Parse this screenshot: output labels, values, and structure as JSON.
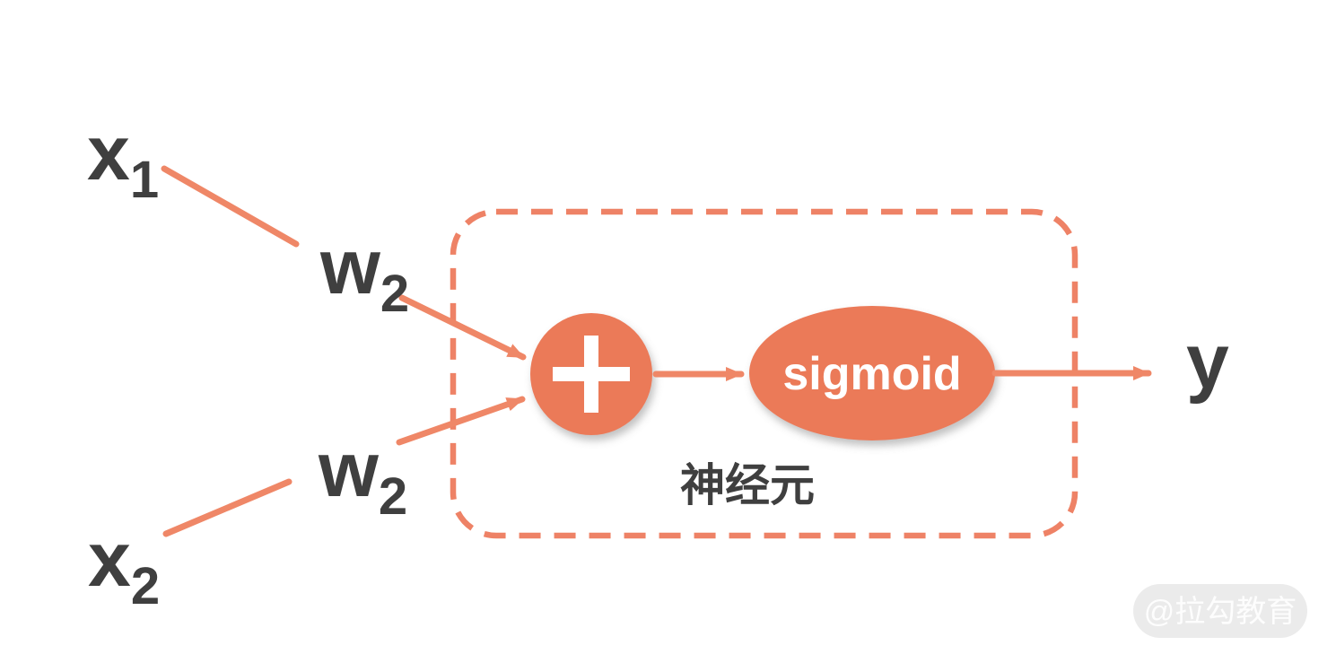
{
  "colors": {
    "accent": "#EB7A59",
    "line": "#EF8767",
    "dash": "#EE8266",
    "text_dark": "#3F3F3F",
    "node_text": "#FFFFFF",
    "watermark_bg": "#E9E9E9",
    "watermark_text": "#FDFDFD",
    "page_bg": "#FFFFFF"
  },
  "diagram": {
    "inputs": [
      {
        "base": "x",
        "sub": "1"
      },
      {
        "base": "x",
        "sub": "2"
      }
    ],
    "weights": [
      {
        "base": "w",
        "sub": "2"
      },
      {
        "base": "w",
        "sub": "2"
      }
    ],
    "sum_node": {
      "icon": "plus-icon"
    },
    "activation_label": "sigmoid",
    "output_label": "y",
    "box_label": "神经元"
  },
  "watermark": {
    "text": "@拉勾教育"
  }
}
